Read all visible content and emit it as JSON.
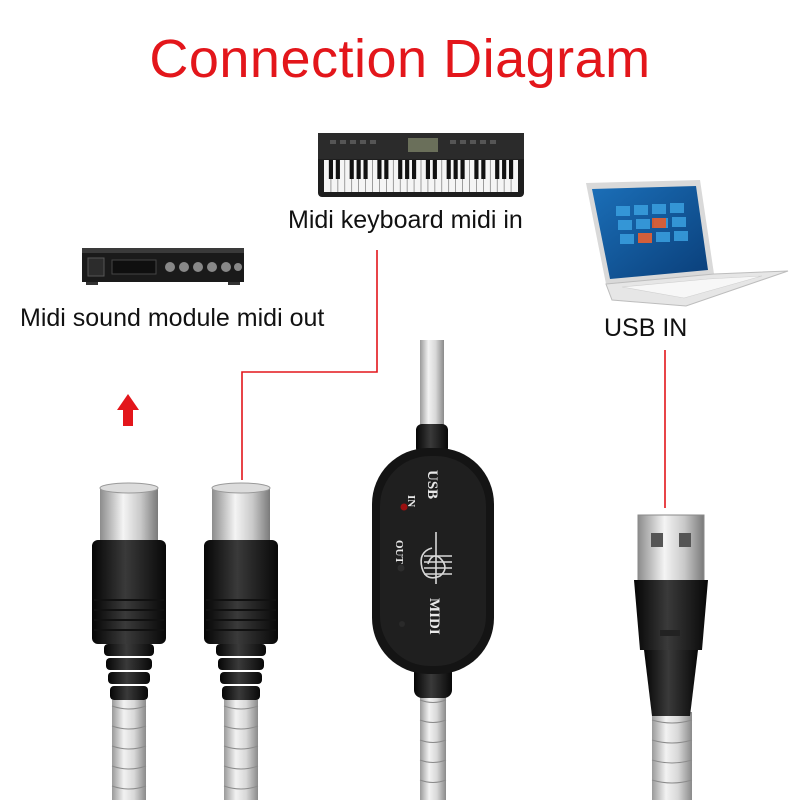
{
  "title": "Connection Diagram",
  "labels": {
    "keyboard": "Midi keyboard midi in",
    "sound_module": "Midi sound module midi out",
    "usb": "USB IN"
  },
  "interface_box": {
    "in_label": "IN",
    "out_label": "OUT",
    "usb_label": "USB",
    "midi_label": "MIDI"
  },
  "colors": {
    "title": "#e3161b",
    "connector_lines": "#e3161b",
    "arrow": "#e3161b"
  }
}
